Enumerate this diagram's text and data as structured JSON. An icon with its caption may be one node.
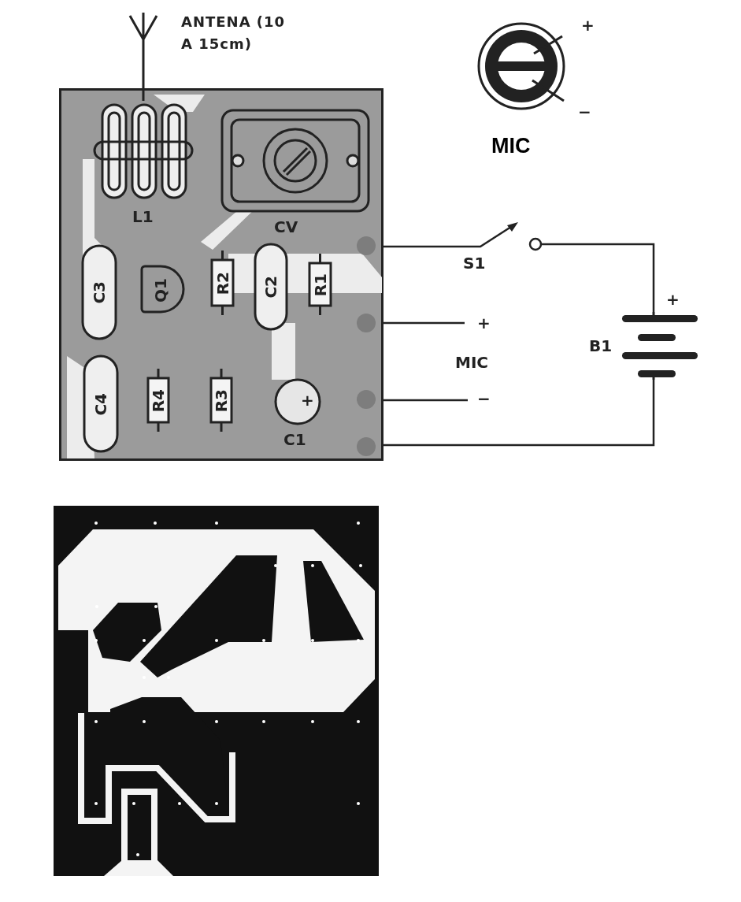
{
  "diagram": {
    "nodes": [
      {
        "text": [],
        "shape": "box"
      },
      {
        "text": [],
        "shape": "picture",
        "in": 0,
        "beside": [
          "L1"
        ]
      },
      {
        "text": [],
        "shape": "picture",
        "in": 0,
        "beside": [
          "CV"
        ]
      },
      {
        "text": [
          "C3"
        ],
        "in": 0
      },
      {
        "text": [
          "Q1"
        ],
        "in": 0
      },
      {
        "text": [
          "R2"
        ],
        "in": 0
      },
      {
        "text": [
          "C2"
        ],
        "in": 0
      },
      {
        "text": [
          "R1"
        ],
        "in": 0
      },
      {
        "text": [
          "C4"
        ],
        "in": 0
      },
      {
        "text": [
          "R4"
        ],
        "in": 0
      },
      {
        "text": [
          "R3"
        ],
        "in": 0
      },
      {
        "text": [
          "+"
        ],
        "in": 0,
        "beside": [
          "C1"
        ]
      },
      {
        "text": [],
        "shape": "picture",
        "beside": [
          "+",
          "−",
          "MIC"
        ]
      },
      {
        "text": [],
        "shape": "picture",
        "beside": [
          "S1"
        ]
      },
      {
        "text": [],
        "shape": "picture",
        "beside": [
          "+",
          "B1"
        ]
      }
    ],
    "edges": [
      {
        "from": 0,
        "to": 13,
        "arrow": "none"
      },
      {
        "from": 13,
        "to": 14,
        "arrow": "none"
      },
      {
        "from": 14,
        "to": 0,
        "arrow": "none"
      },
      {
        "from": 0,
        "to": null,
        "arrow": "none"
      },
      {
        "from": 0,
        "to": null,
        "arrow": "none"
      }
    ],
    "labels": [
      "ANTENA (10 A 15cm)",
      "+",
      "MIC",
      "−"
    ]
  }
}
